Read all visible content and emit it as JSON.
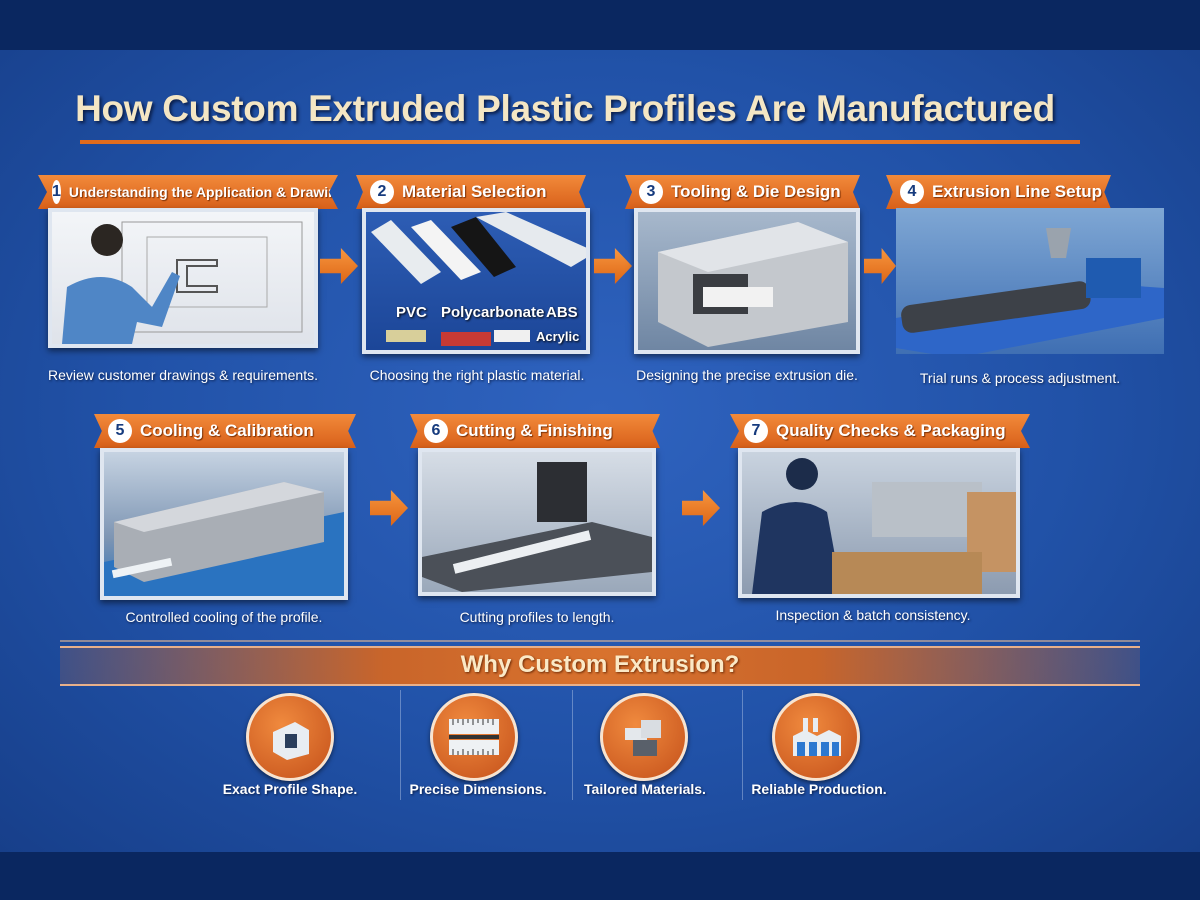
{
  "title": "How Custom Extruded Plastic Profiles Are Manufactured",
  "steps": [
    {
      "number": "1",
      "title": "Understanding the Application & Drawing",
      "caption": "Review customer drawings & requirements."
    },
    {
      "number": "2",
      "title": "Material Selection",
      "caption": "Choosing the right plastic material.",
      "materials": [
        "PVC",
        "Polycarbonate",
        "ABS",
        "Acrylic"
      ]
    },
    {
      "number": "3",
      "title": "Tooling & Die Design",
      "caption": "Designing the precise extrusion die."
    },
    {
      "number": "4",
      "title": "Extrusion Line Setup",
      "caption": "Trial runs & process adjustment."
    },
    {
      "number": "5",
      "title": "Cooling & Calibration",
      "caption": "Controlled cooling of the profile."
    },
    {
      "number": "6",
      "title": "Cutting & Finishing",
      "caption": "Cutting profiles to length."
    },
    {
      "number": "7",
      "title": "Quality Checks & Packaging",
      "caption": "Inspection & batch consistency."
    }
  ],
  "why": {
    "title": "Why Custom Extrusion?",
    "benefits": [
      {
        "icon": "profile-shape-icon",
        "label": "Exact Profile Shape."
      },
      {
        "icon": "ruler-icon",
        "label": "Precise Dimensions."
      },
      {
        "icon": "materials-icon",
        "label": "Tailored Materials."
      },
      {
        "icon": "factory-icon",
        "label": "Reliable Production."
      }
    ]
  },
  "colors": {
    "background": "#2152a8",
    "accent": "#e06a1c",
    "title": "#f4e6c4"
  }
}
